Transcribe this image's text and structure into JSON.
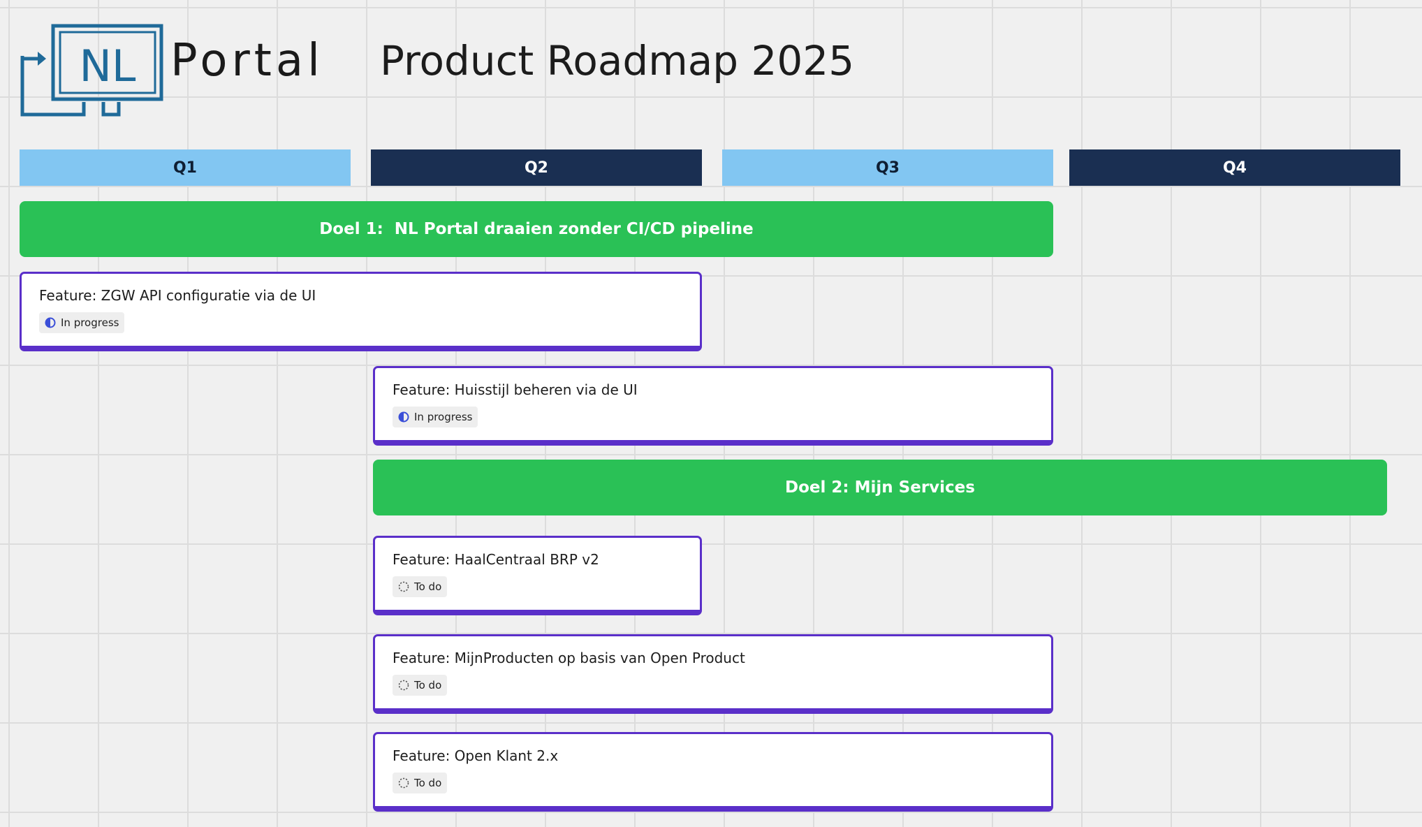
{
  "logo": {
    "brand_box_text": "NL",
    "brand_text": "Portal",
    "color": "#1f6a99"
  },
  "page": {
    "title": "Product Roadmap 2025"
  },
  "quarters": [
    {
      "label": "Q1",
      "color": "#82c6f2"
    },
    {
      "label": "Q2",
      "color": "#1a2f52"
    },
    {
      "label": "Q3",
      "color": "#82c6f2"
    },
    {
      "label": "Q4",
      "color": "#1a2f52"
    }
  ],
  "goals": [
    {
      "label": "Doel 1:  NL Portal draaien zonder CI/CD pipeline",
      "color": "#2ac156"
    },
    {
      "label": "Doel 2: Mijn Services",
      "color": "#2ac156"
    }
  ],
  "features": [
    {
      "title": "Feature: ZGW API configuratie via de UI",
      "status": "In progress",
      "status_icon": "half-circle-icon"
    },
    {
      "title": "Feature: Huisstijl beheren via de UI",
      "status": "In progress",
      "status_icon": "half-circle-icon"
    },
    {
      "title": "Feature: HaalCentraal BRP v2",
      "status": "To do",
      "status_icon": "dashed-circle-icon"
    },
    {
      "title": "Feature: MijnProducten op basis van Open Product",
      "status": "To do",
      "status_icon": "dashed-circle-icon"
    },
    {
      "title": "Feature: Open Klant 2.x",
      "status": "To do",
      "status_icon": "dashed-circle-icon"
    }
  ],
  "colors": {
    "card_border": "#5a2fc9",
    "in_progress": "#3b4fd8",
    "canvas": "#f0f0f0"
  }
}
